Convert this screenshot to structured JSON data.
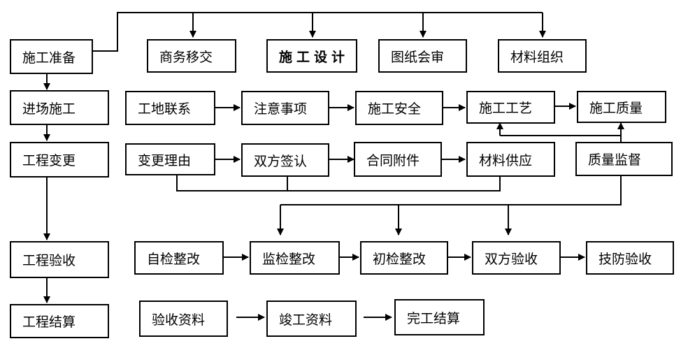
{
  "diagram": {
    "nodes": {
      "prep": "施工准备",
      "business_transfer": "商务移交",
      "construction_design": "施工设计",
      "drawing_review": "图纸会审",
      "material_org": "材料组织",
      "site_entry": "进场施工",
      "site_contact": "工地联系",
      "precautions": "注意事项",
      "construction_safety": "施工安全",
      "construction_process": "施工工艺",
      "construction_quality": "施工质量",
      "change": "工程变更",
      "change_reason": "变更理由",
      "joint_sign": "双方签认",
      "contract_attach": "合同附件",
      "material_supply": "材料供应",
      "quality_supervision": "质量监督",
      "acceptance": "工程验收",
      "self_check": "自检整改",
      "supervision_check": "监检整改",
      "initial_check": "初检整改",
      "joint_acceptance": "双方验收",
      "technical_acceptance": "技防验收",
      "settlement": "工程结算",
      "acceptance_docs": "验收资料",
      "completion_docs": "竣工资料",
      "final_settlement": "完工结算"
    }
  }
}
